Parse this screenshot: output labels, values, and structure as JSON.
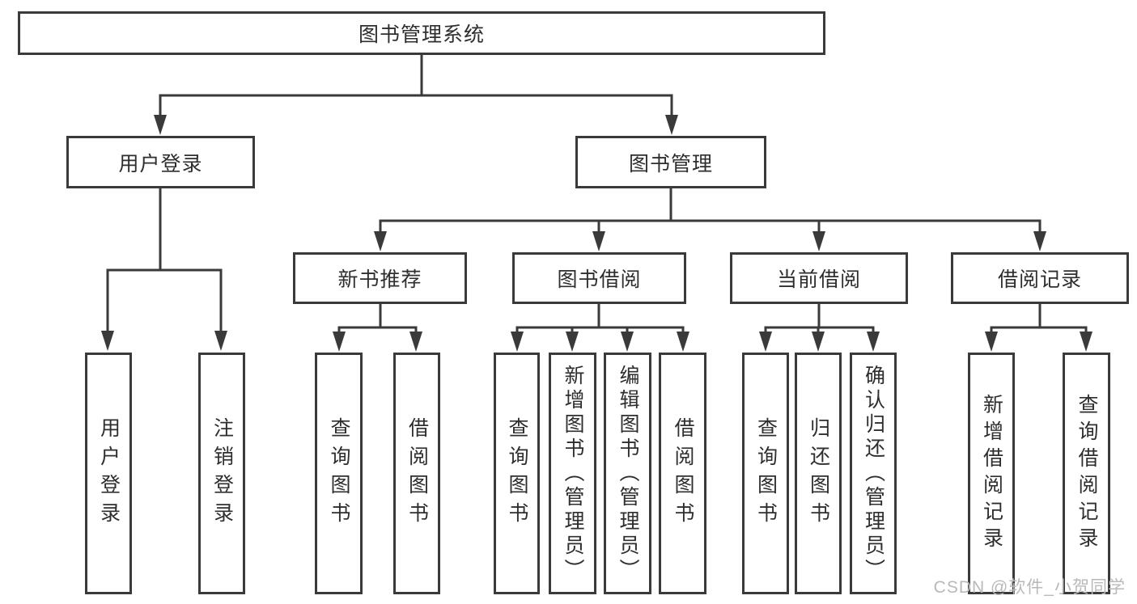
{
  "colors": {
    "line": "#3a3a3a",
    "text": "#2e2e2e",
    "node_background": "#ffffff",
    "watermark": "#b9b9b9"
  },
  "watermark": {
    "text": "CSDN @软件_小贺同学"
  },
  "tree": {
    "root": {
      "label": "图书管理系统",
      "children": [
        {
          "label": "用户登录",
          "children": [
            {
              "label": "用户登录"
            },
            {
              "label": "注销登录"
            }
          ]
        },
        {
          "label": "图书管理",
          "children": [
            {
              "label": "新书推荐",
              "children": [
                {
                  "label": "查询图书"
                },
                {
                  "label": "借阅图书"
                }
              ]
            },
            {
              "label": "图书借阅",
              "children": [
                {
                  "label": "查询图书"
                },
                {
                  "label": "新增图书（管理员）"
                },
                {
                  "label": "编辑图书（管理员）"
                },
                {
                  "label": "借阅图书"
                }
              ]
            },
            {
              "label": "当前借阅",
              "children": [
                {
                  "label": "查询图书"
                },
                {
                  "label": "归还图书"
                },
                {
                  "label": "确认归还（管理员）"
                }
              ]
            },
            {
              "label": "借阅记录",
              "children": [
                {
                  "label": "新增借阅记录"
                },
                {
                  "label": "查询借阅记录"
                }
              ]
            }
          ]
        }
      ]
    }
  }
}
